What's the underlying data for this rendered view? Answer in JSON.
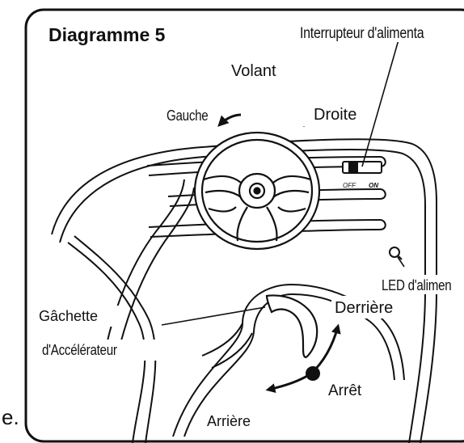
{
  "diagram": {
    "title": "Diagramme 5",
    "labels": {
      "power_switch": "Interrupteur d'alimenta",
      "steering_wheel": "Volant",
      "left": "Gauche",
      "right": "Droite",
      "power_led": "LED d'alimen",
      "reverse": "Derrière",
      "trigger_line1": "Gâchette",
      "trigger_line2": "d'Accélérateur",
      "stop": "Arrêt",
      "backward": "Arrière",
      "switch_off": "OFF",
      "switch_on": "ON"
    },
    "clipped_left_text": "e."
  },
  "colors": {
    "ink": "#111111",
    "background": "#ffffff"
  }
}
